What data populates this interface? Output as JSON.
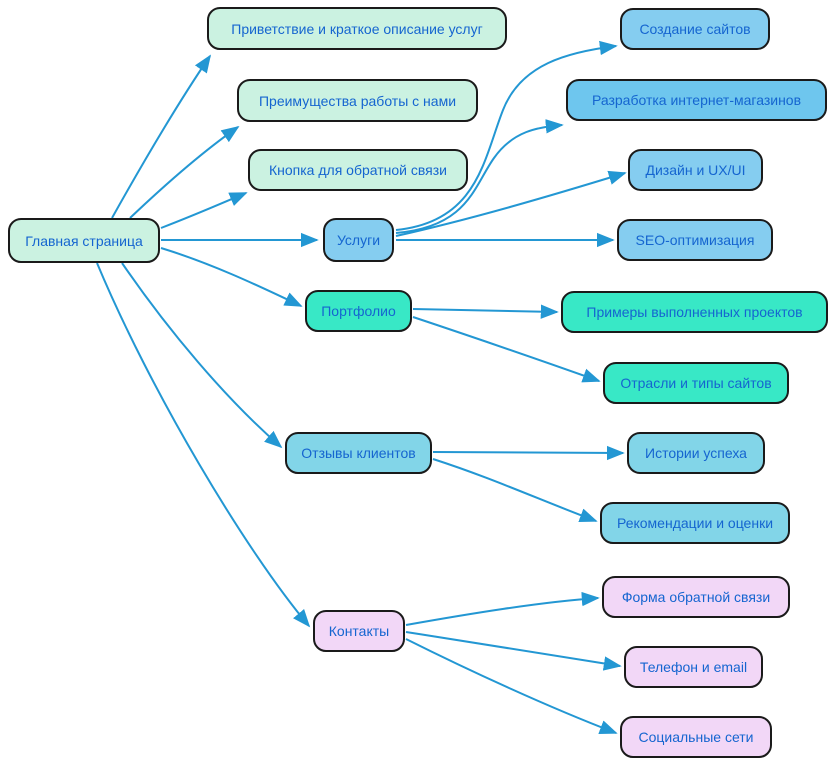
{
  "palette": {
    "edge": "#2397d3",
    "text": "#1565d0",
    "border": "#1a1a1a",
    "mint": "#cbf2e1",
    "sky": "#85cdf0",
    "sky_dark": "#6ec6ee",
    "turquoise": "#38e8c6",
    "cyan": "#82d5e8",
    "pink": "#f2d7f7"
  },
  "nodes": {
    "root": {
      "label": "Главная страница",
      "color": "mint"
    },
    "greeting": {
      "label": "Приветствие и краткое описание услуг",
      "color": "mint"
    },
    "advantages": {
      "label": "Преимущества работы с нами",
      "color": "mint"
    },
    "feedback_button": {
      "label": "Кнопка для обратной связи",
      "color": "mint"
    },
    "services": {
      "label": "Услуги",
      "color": "sky"
    },
    "site_creation": {
      "label": "Создание сайтов",
      "color": "sky"
    },
    "ecommerce": {
      "label": "Разработка интернет-магазинов",
      "color": "sky_dark"
    },
    "design": {
      "label": "Дизайн и UX/UI",
      "color": "sky"
    },
    "seo": {
      "label": "SEO-оптимизация",
      "color": "sky"
    },
    "portfolio": {
      "label": "Портфолио",
      "color": "turquoise"
    },
    "examples": {
      "label": "Примеры выполненных проектов",
      "color": "turquoise"
    },
    "industries": {
      "label": "Отрасли и типы сайтов",
      "color": "turquoise"
    },
    "reviews": {
      "label": "Отзывы клиентов",
      "color": "cyan"
    },
    "success_stories": {
      "label": "Истории успеха",
      "color": "cyan"
    },
    "recommendations": {
      "label": "Рекомендации и оценки",
      "color": "cyan"
    },
    "contacts": {
      "label": "Контакты",
      "color": "pink"
    },
    "contact_form": {
      "label": "Форма обратной связи",
      "color": "pink"
    },
    "phone_email": {
      "label": "Телефон и email",
      "color": "pink"
    },
    "social": {
      "label": "Социальные сети",
      "color": "pink"
    }
  },
  "edges": [
    {
      "from": "root",
      "to": "greeting"
    },
    {
      "from": "root",
      "to": "advantages"
    },
    {
      "from": "root",
      "to": "feedback_button"
    },
    {
      "from": "root",
      "to": "services"
    },
    {
      "from": "root",
      "to": "portfolio"
    },
    {
      "from": "root",
      "to": "reviews"
    },
    {
      "from": "root",
      "to": "contacts"
    },
    {
      "from": "services",
      "to": "site_creation"
    },
    {
      "from": "services",
      "to": "ecommerce"
    },
    {
      "from": "services",
      "to": "design"
    },
    {
      "from": "services",
      "to": "seo"
    },
    {
      "from": "portfolio",
      "to": "examples"
    },
    {
      "from": "portfolio",
      "to": "industries"
    },
    {
      "from": "reviews",
      "to": "success_stories"
    },
    {
      "from": "reviews",
      "to": "recommendations"
    },
    {
      "from": "contacts",
      "to": "contact_form"
    },
    {
      "from": "contacts",
      "to": "phone_email"
    },
    {
      "from": "contacts",
      "to": "social"
    }
  ]
}
